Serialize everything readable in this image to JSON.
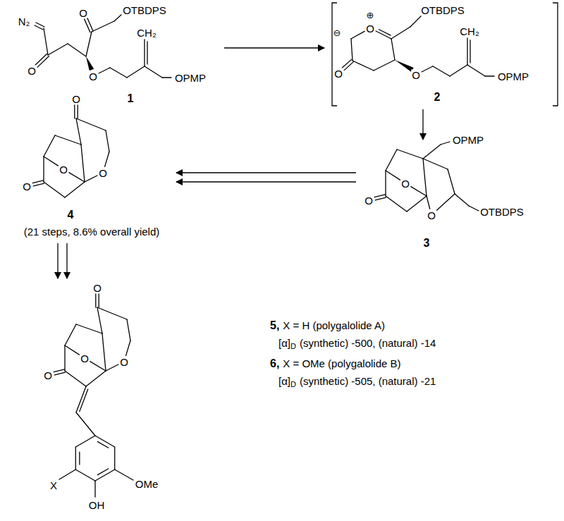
{
  "diagram": {
    "labels": [
      "N₂",
      "O",
      "O",
      "O",
      "OTBDPS",
      "CH₂",
      "OPMP",
      "1",
      "⊕",
      "O",
      "⊖",
      "O",
      "O",
      "OTBDPS",
      "CH₂",
      "OPMP",
      "2",
      "OPMP",
      "O",
      "O",
      "O",
      "OTBDPS",
      "3",
      "O",
      "O",
      "O",
      "O",
      "4",
      "(21 steps, 8.6% overall yield)",
      "O",
      "O",
      "O",
      "O",
      "OMe",
      "X",
      "OH",
      "5,",
      "X = H (polygalolide A)",
      "[α]",
      "D",
      "(synthetic) -500, (natural) -14",
      "6,",
      "X = OMe (polygalolide B)",
      "[α]",
      "D",
      "(synthetic) -505, (natural) -21"
    ]
  }
}
